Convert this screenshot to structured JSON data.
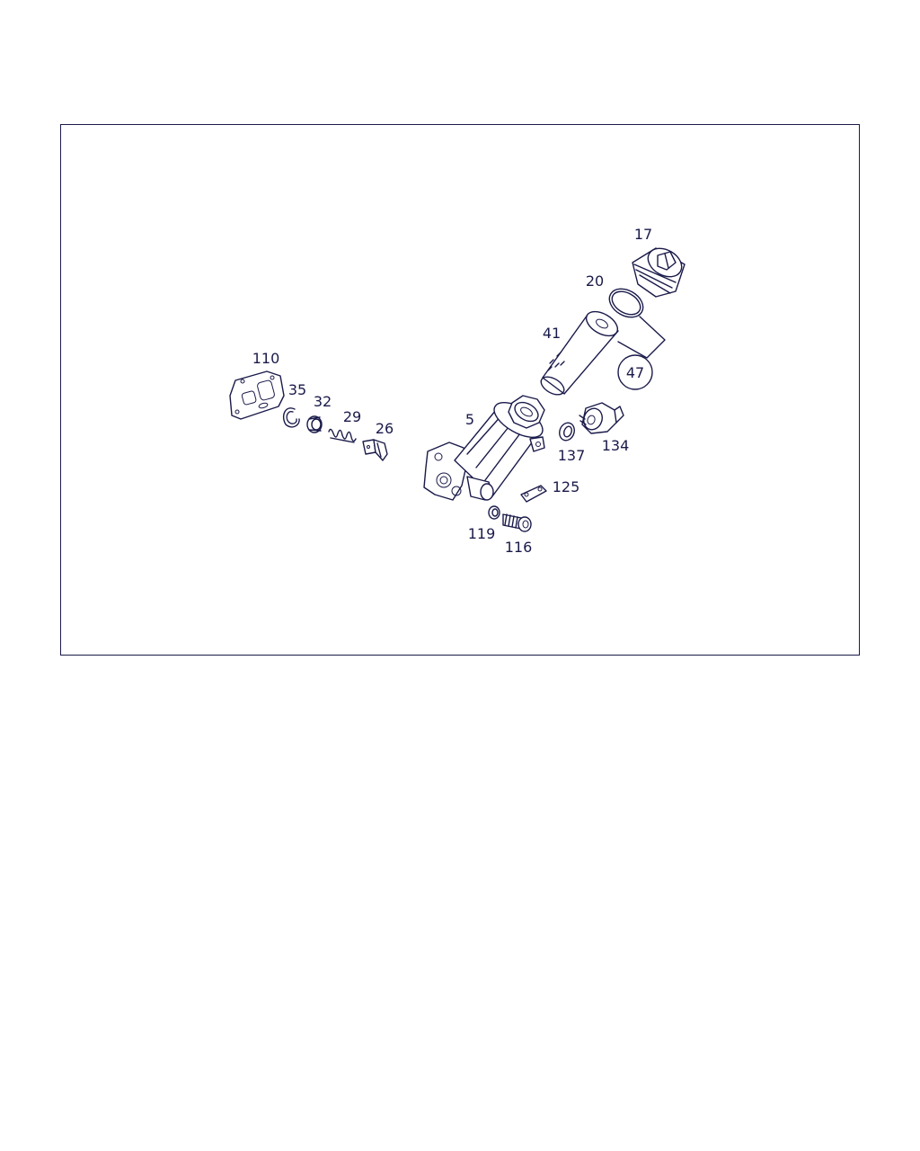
{
  "diagram": {
    "parts": {
      "p17": "17",
      "p20": "20",
      "p41": "41",
      "p47": "47",
      "p110": "110",
      "p35": "35",
      "p32": "32",
      "p29": "29",
      "p26": "26",
      "p5": "5",
      "p137": "137",
      "p134": "134",
      "p125": "125",
      "p119": "119",
      "p116": "116"
    },
    "colors": {
      "line": "#1a1a4a",
      "background": "#ffffff"
    }
  }
}
